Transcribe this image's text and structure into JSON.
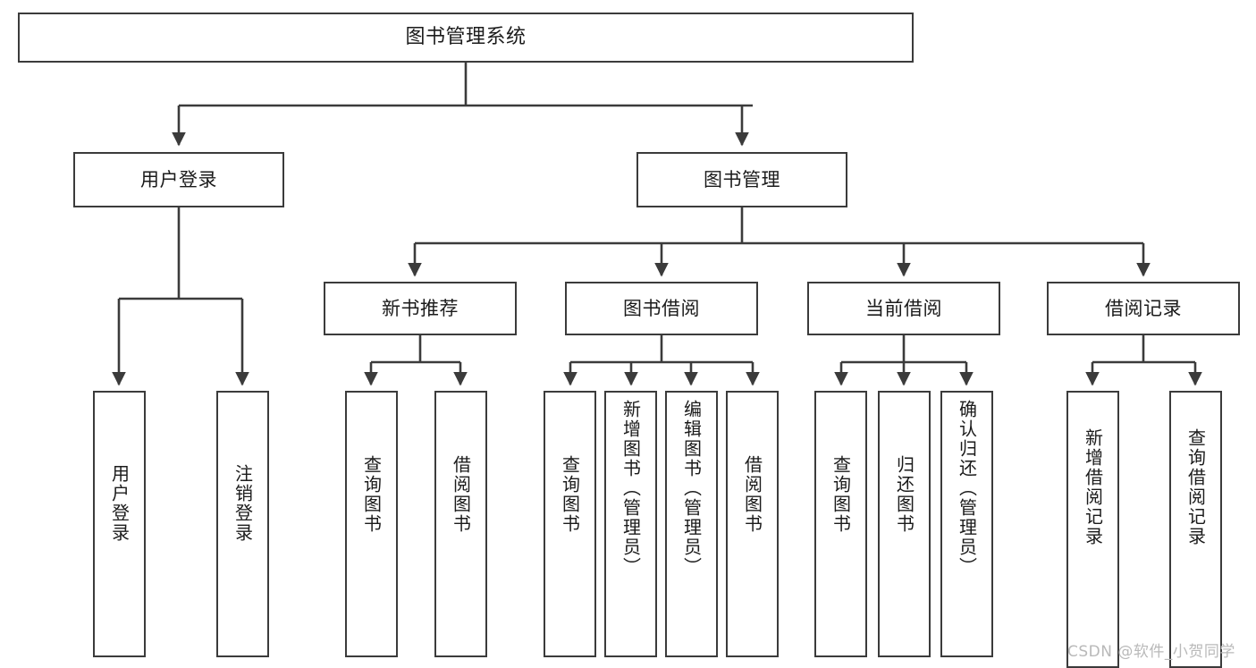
{
  "diagram": {
    "title": "图书管理系统",
    "type": "tree-hierarchy-chart",
    "line_color": "#3b3b3b",
    "box_fill": "#ffffff",
    "text_color": "#1b1b1b",
    "watermark": "CSDN @软件_小贺同学"
  },
  "nodes": {
    "root": {
      "label": "图书管理系统"
    },
    "level2": [
      {
        "label": "用户登录"
      },
      {
        "label": "图书管理"
      }
    ],
    "level3": [
      {
        "label": "新书推荐"
      },
      {
        "label": "图书借阅"
      },
      {
        "label": "当前借阅"
      },
      {
        "label": "借阅记录"
      }
    ],
    "leaves": {
      "user_login": [
        {
          "label": "用户登录"
        },
        {
          "label": "注销登录"
        }
      ],
      "new_book_recommend": [
        {
          "label": "查询图书"
        },
        {
          "label": "借阅图书"
        }
      ],
      "book_borrow": [
        {
          "label": "查询图书"
        },
        {
          "label": "新增图书（管理员）"
        },
        {
          "label": "编辑图书（管理员）"
        },
        {
          "label": "借阅图书"
        }
      ],
      "current_borrow": [
        {
          "label": "查询图书"
        },
        {
          "label": "归还图书"
        },
        {
          "label": "确认归还（管理员）"
        }
      ],
      "borrow_record": [
        {
          "label": "新增借阅记录"
        },
        {
          "label": "查询借阅记录"
        }
      ]
    }
  }
}
